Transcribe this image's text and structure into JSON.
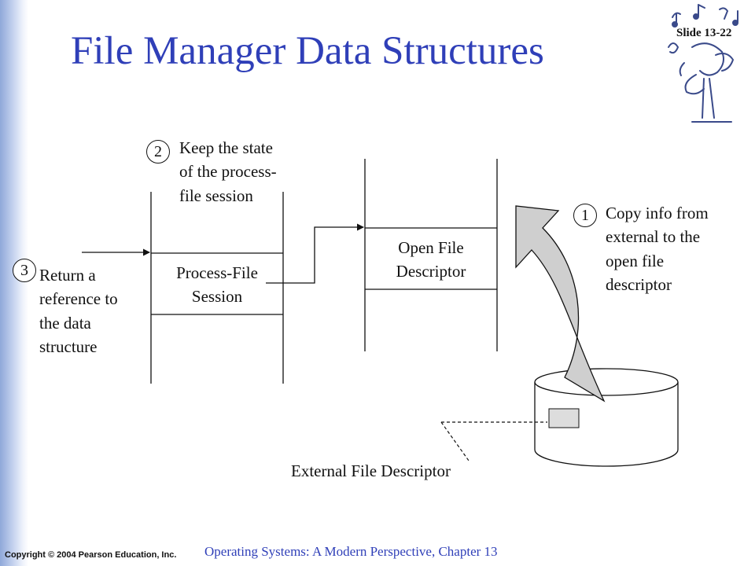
{
  "slide": {
    "title": "File Manager Data Structures",
    "slide_number": "Slide 13-22",
    "copyright": "Copyright © 2004 Pearson Education, Inc.",
    "footer": "Operating Systems: A Modern Perspective, Chapter 13"
  },
  "diagram": {
    "process_file_session": {
      "line1": "Process-File",
      "line2": "Session"
    },
    "open_file_descriptor": {
      "line1": "Open File",
      "line2": "Descriptor"
    },
    "external_file_descriptor": "External File Descriptor",
    "steps": [
      {
        "number": "1",
        "lines": [
          "Copy info from",
          "external to the",
          "open file",
          "descriptor"
        ]
      },
      {
        "number": "2",
        "lines": [
          "Keep the state",
          "of the process-",
          "file session"
        ]
      },
      {
        "number": "3",
        "lines": [
          "Return a",
          "reference to",
          "the data",
          "structure"
        ]
      }
    ]
  },
  "colors": {
    "title": "#2f3fb8",
    "footer": "#2f3fb8",
    "sidebar": "#8fa8d9",
    "curved_arrow": "#cfcfcf"
  },
  "decoration": {
    "icon": "musician-clipart-icon"
  }
}
